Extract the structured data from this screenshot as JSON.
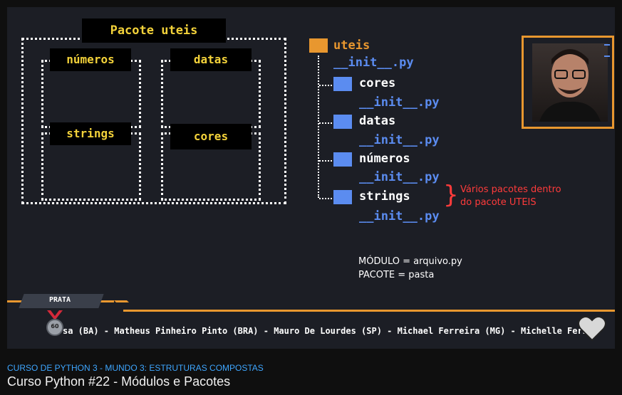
{
  "diagram": {
    "package_label": "Pacote uteis",
    "modules": [
      "números",
      "datas",
      "strings",
      "cores"
    ]
  },
  "tree": {
    "root": "uteis",
    "root_init": "__init__.py",
    "items": [
      {
        "name": "cores",
        "init": "__init__.py"
      },
      {
        "name": "datas",
        "init": "__init__.py"
      },
      {
        "name": "números",
        "init": "__init__.py"
      },
      {
        "name": "strings",
        "init": "__init__.py"
      }
    ]
  },
  "note": {
    "line1": "Vários pacotes dentro",
    "line2": "do pacote UTEIS"
  },
  "definitions": {
    "module": "MÓDULO = arquivo.py",
    "package": "PACOTE = pasta"
  },
  "badge": {
    "rank": "PRATA",
    "medal": "60"
  },
  "ticker": "sa (BA) - Matheus Pinheiro Pinto (BRA) - Mauro De Lourdes (SP) - Michael Ferreira (MG) - Michelle Ferna",
  "video_meta": {
    "course": "CURSO DE PYTHON 3 - MUNDO 3: ESTRUTURAS COMPOSTAS",
    "title": "Curso Python #22 - Módulos e Pacotes"
  }
}
